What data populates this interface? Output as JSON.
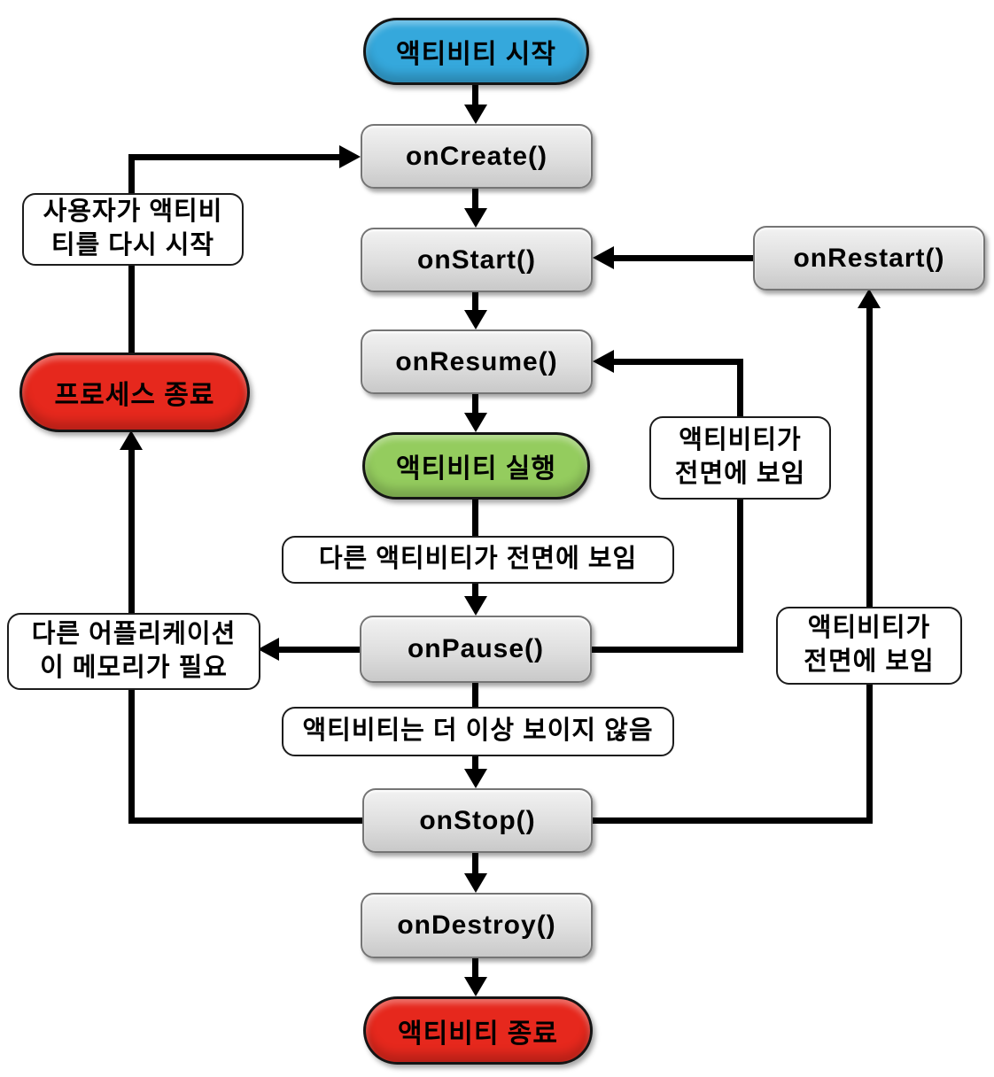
{
  "colors": {
    "start_fill": "#35a8dc",
    "running_fill": "#94cc5e",
    "terminal_fill": "#e6281d",
    "method_fill": "#d9d9d9",
    "note_fill": "#ffffff",
    "line": "#000000"
  },
  "nodes": {
    "activity_start": "액티비티 시작",
    "on_create": "onCreate()",
    "on_start": "onStart()",
    "on_resume": "onResume()",
    "activity_running": "액티비티 실행",
    "on_pause": "onPause()",
    "on_stop": "onStop()",
    "on_destroy": "onDestroy()",
    "activity_end": "액티비티 종료",
    "on_restart": "onRestart()",
    "process_end": "프로세스 종료"
  },
  "annotations": {
    "user_restart_line1": "사용자가 액티비",
    "user_restart_line2": "티를 다시 시작",
    "other_activity_foreground": "다른 액티비티가 전면에 보임",
    "app_needs_memory_line1": "다른 어플리케이션",
    "app_needs_memory_line2": "이 메모리가 필요",
    "activity_not_visible": "액티비티는 더 이상 보이지 않음",
    "foreground_mid_line1": "액티비티가",
    "foreground_mid_line2": "전면에 보임",
    "foreground_right_line1": "액티비티가",
    "foreground_right_line2": "전면에 보임"
  },
  "edges": [
    {
      "from": "액티비티 시작",
      "to": "onCreate()"
    },
    {
      "from": "onCreate()",
      "to": "onStart()"
    },
    {
      "from": "onStart()",
      "to": "onResume()"
    },
    {
      "from": "onResume()",
      "to": "액티비티 실행"
    },
    {
      "from": "액티비티 실행",
      "to": "onPause()",
      "label": "다른 액티비티가 전면에 보임"
    },
    {
      "from": "onPause()",
      "to": "onResume()",
      "label": "액티비티가 전면에 보임"
    },
    {
      "from": "onPause()",
      "to": "프로세스 종료",
      "label": "다른 어플리케이션이 메모리가 필요"
    },
    {
      "from": "onPause()",
      "to": "onStop()",
      "label": "액티비티는 더 이상 보이지 않음"
    },
    {
      "from": "onStop()",
      "to": "onDestroy()"
    },
    {
      "from": "onStop()",
      "to": "onRestart()",
      "label": "액티비티가 전면에 보임"
    },
    {
      "from": "onStop()",
      "to": "프로세스 종료"
    },
    {
      "from": "onRestart()",
      "to": "onStart()"
    },
    {
      "from": "프로세스 종료",
      "to": "onCreate()",
      "label": "사용자가 액티비티를 다시 시작"
    },
    {
      "from": "onDestroy()",
      "to": "액티비티 종료"
    }
  ]
}
